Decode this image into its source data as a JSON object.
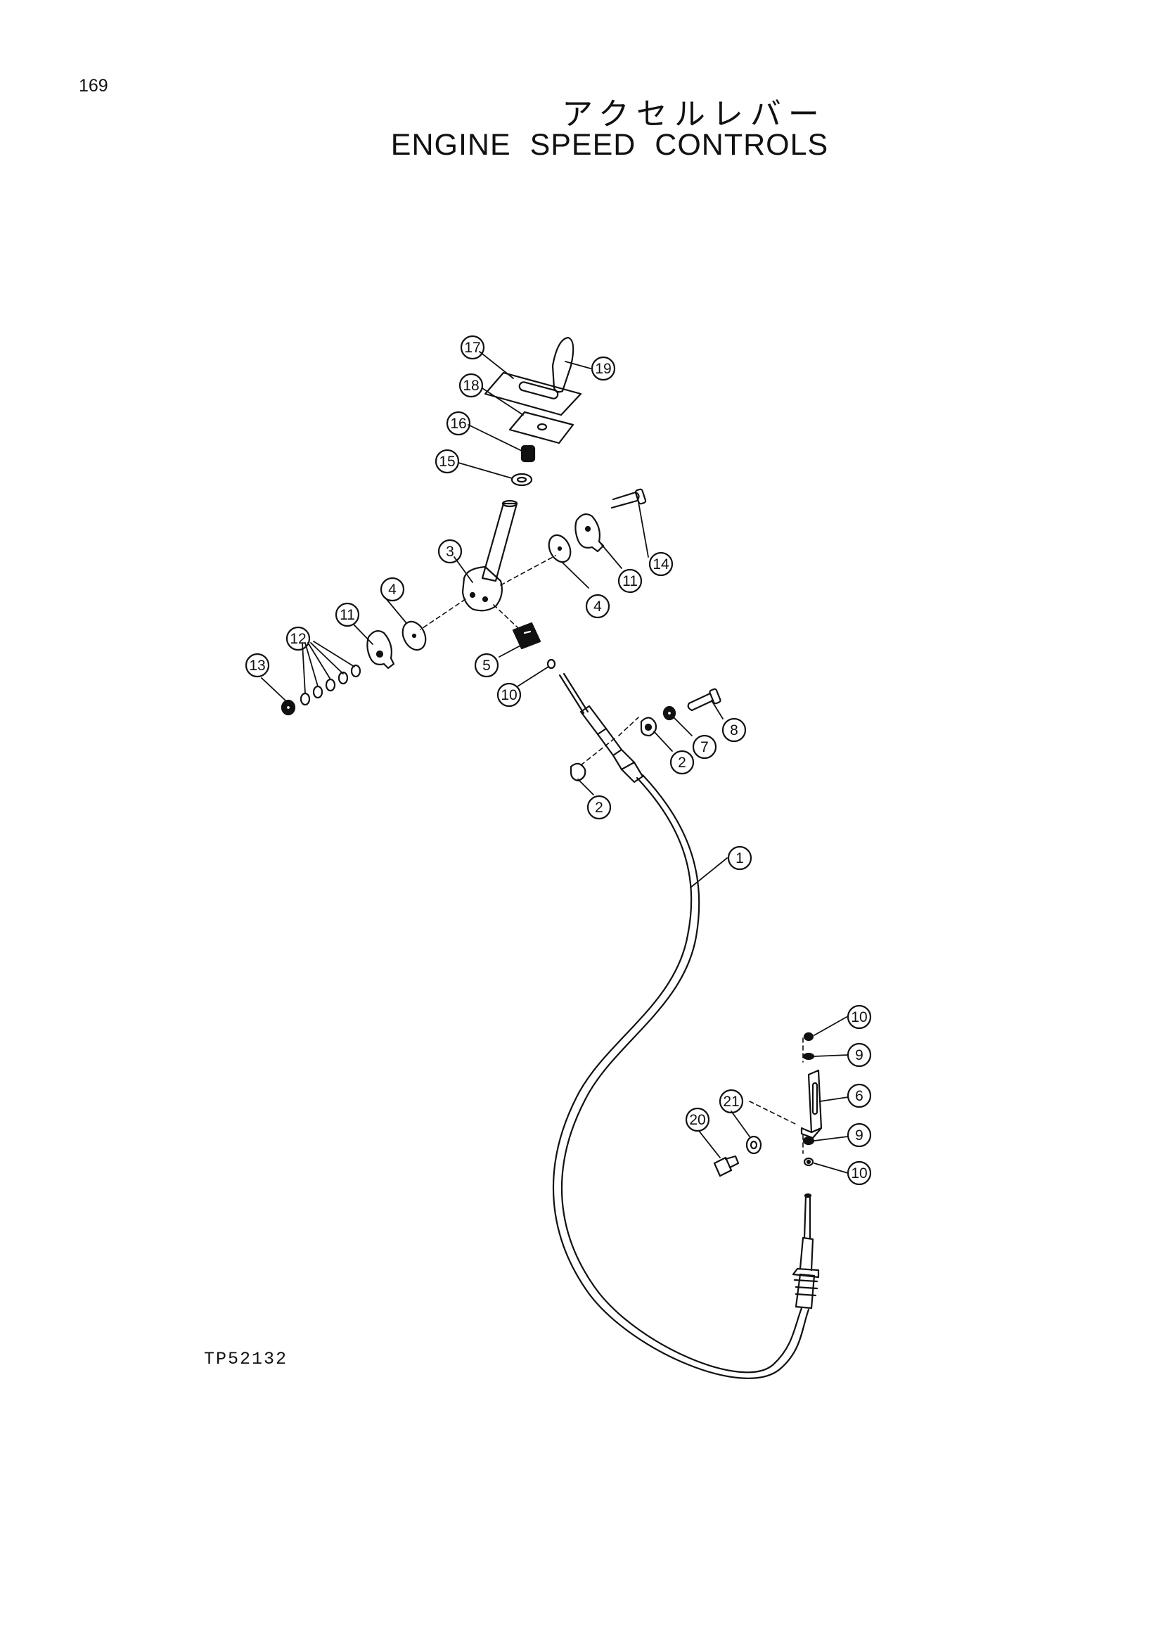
{
  "page": {
    "page_number": "169",
    "title_jp": "アクセルレバー",
    "title_en": "ENGINE SPEED CONTROLS",
    "drawing_code": "TP52132"
  },
  "callouts": {
    "c17": "17",
    "c19": "19",
    "c18": "18",
    "c16": "16",
    "c15": "15",
    "c3": "3",
    "c4a": "4",
    "c4b": "4",
    "c11a": "11",
    "c11b": "11",
    "c14": "14",
    "c12": "12",
    "c13": "13",
    "c5": "5",
    "c10a": "10",
    "c8": "8",
    "c7": "7",
    "c2a": "2",
    "c2b": "2",
    "c1": "1",
    "c10b": "10",
    "c9a": "9",
    "c6": "6",
    "c21": "21",
    "c20": "20",
    "c9b": "9",
    "c10c": "10"
  }
}
